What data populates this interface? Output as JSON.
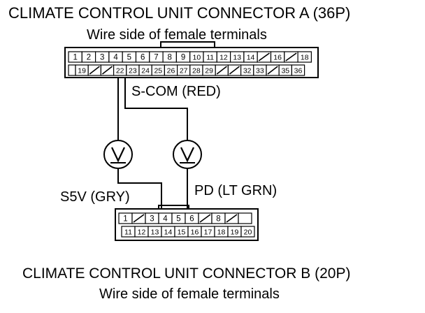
{
  "connector_a": {
    "title": "CLIMATE CONTROL UNIT CONNECTOR A (36P)",
    "subtitle": "Wire side of female terminals",
    "row1": [
      "1",
      "2",
      "3",
      "4",
      "5",
      "6",
      "7",
      "8",
      "9",
      "10",
      "11",
      "12",
      "13",
      "14",
      "/",
      "16",
      "/",
      "18"
    ],
    "row2": [
      "",
      "19",
      "/",
      "/",
      "22",
      "23",
      "24",
      "25",
      "26",
      "27",
      "28",
      "29",
      "/",
      "/",
      "32",
      "33",
      "/",
      "35",
      "36"
    ]
  },
  "connector_b": {
    "title": "CLIMATE CONTROL UNIT CONNECTOR B (20P)",
    "subtitle": "Wire side of female terminals",
    "row1": [
      "1",
      "/",
      "3",
      "4",
      "5",
      "6",
      "/",
      "8",
      "/",
      ""
    ],
    "row2": [
      "11",
      "12",
      "13",
      "14",
      "15",
      "16",
      "17",
      "18",
      "19",
      "20"
    ]
  },
  "labels": {
    "scom": "S-COM (RED)",
    "s5v": "S5V (GRY)",
    "pd": "PD (LT GRN)"
  },
  "meters": [
    "voltmeter-left",
    "voltmeter-right"
  ],
  "colors": {
    "line": "#000000",
    "background": "#ffffff"
  }
}
